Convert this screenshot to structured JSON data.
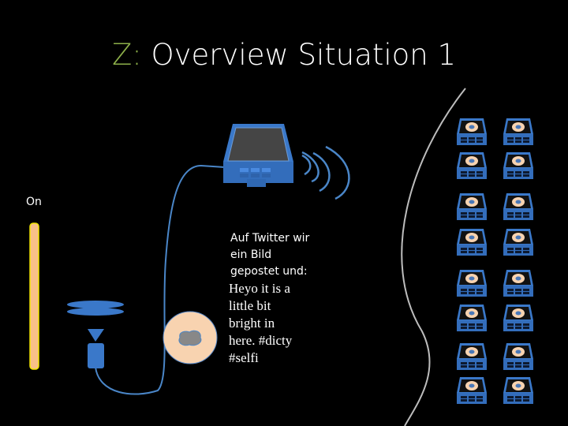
{
  "title": {
    "prefix": "Z:",
    "text": " Overview Situation 1",
    "prefix_color": "#8db04a"
  },
  "switch": {
    "label": "On",
    "state": "on"
  },
  "caption": {
    "lines": [
      "Auf Twitter wir",
      "ein Bild",
      "gepostet und:"
    ]
  },
  "tweet": {
    "lines": [
      "Heyo it is a",
      "little bit",
      "bright in",
      "here. #dicty",
      "#selfi"
    ]
  },
  "colors": {
    "device_blue": "#3a78c9",
    "cable": "#4a86c8",
    "petri": "#f8d3b0",
    "light_bar": "#f9c089",
    "light_border": "#f2e600"
  }
}
